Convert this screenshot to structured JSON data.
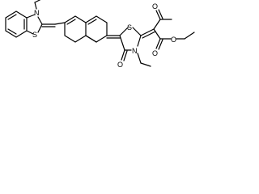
{
  "atom_labels": {
    "n_top": "N",
    "s_top": "S",
    "s_mid": "S",
    "n_mid": "N",
    "o_ketone_top": "O",
    "o_ester_carbonyl": "O",
    "o_ester_link": "O",
    "o_ring": "O"
  },
  "colors": {
    "ink": "#000000",
    "background": "#ffffff"
  }
}
